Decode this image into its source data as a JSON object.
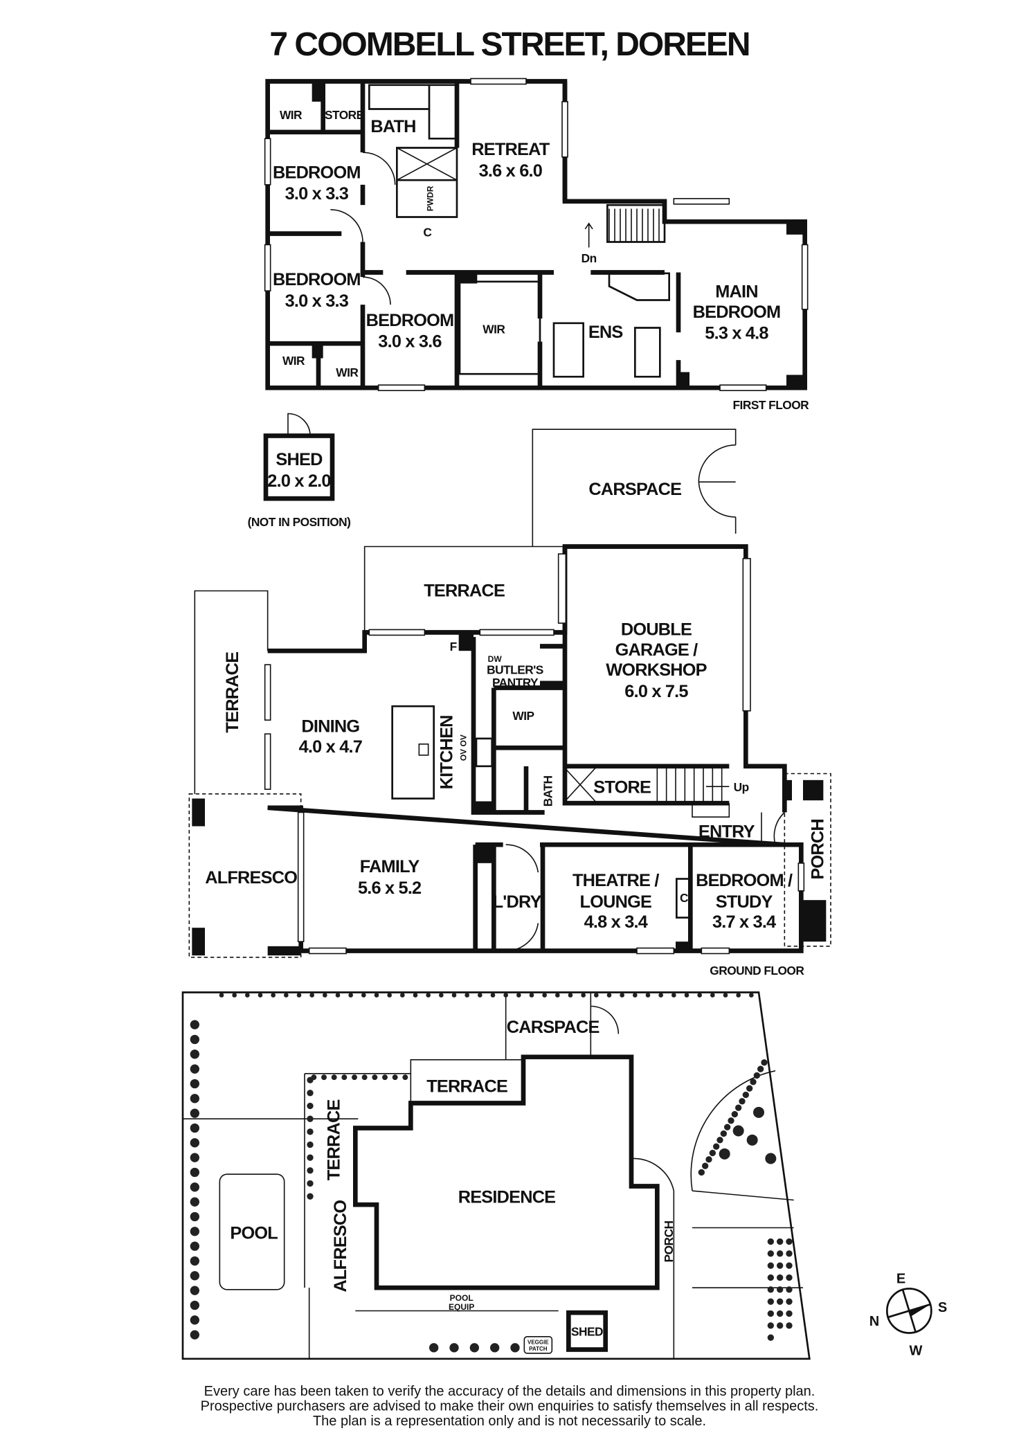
{
  "title": "7 COOMBELL STREET, DOREEN",
  "first_floor": {
    "label": "FIRST FLOOR",
    "wir_1": "WIR",
    "store": "STORE",
    "bath": "BATH",
    "retreat": {
      "name": "RETREAT",
      "size": "3.6 x 6.0"
    },
    "bedroom_1": {
      "name": "BEDROOM",
      "size": "3.0 x 3.3"
    },
    "pwdr": "PWDR",
    "cupboard": "C",
    "stairs_down": "Dn",
    "bedroom_2": {
      "name": "BEDROOM",
      "size": "3.0 x 3.3"
    },
    "bedroom_3": {
      "name": "BEDROOM",
      "size": "3.0 x 3.6"
    },
    "wir_2": "WIR",
    "ens": "ENS",
    "main_bedroom": {
      "name_line1": "MAIN",
      "name_line2": "BEDROOM",
      "size": "5.3 x 4.8"
    },
    "wir_3": "WIR",
    "wir_4": "WIR"
  },
  "shed": {
    "name": "SHED",
    "size": "2.0 x 2.0",
    "note": "(NOT IN POSITION)"
  },
  "ground_floor": {
    "label": "GROUND FLOOR",
    "carspace": "CARSPACE",
    "terrace_1": "TERRACE",
    "terrace_2": "TERRACE",
    "garage": {
      "line1": "DOUBLE",
      "line2": "GARAGE /",
      "line3": "WORKSHOP",
      "size": "6.0 x 7.5"
    },
    "fridge": "F",
    "dw": "DW",
    "butlers": {
      "line1": "BUTLER'S",
      "line2": "PANTRY"
    },
    "wip": "WIP",
    "dining": {
      "name": "DINING",
      "size": "4.0 x 4.7"
    },
    "kitchen": "KITCHEN",
    "ovens": "OV OV",
    "bath": "BATH",
    "store": "STORE",
    "stairs_up": "Up",
    "entry": "ENTRY",
    "porch": "PORCH",
    "alfresco": "ALFRESCO",
    "family": {
      "name": "FAMILY",
      "size": "5.6 x 5.2"
    },
    "laundry": "L'DRY",
    "theatre": {
      "line1": "THEATRE /",
      "line2": "LOUNGE",
      "size": "4.8 x 3.4"
    },
    "cupboard": "C",
    "bedroom": {
      "line1": "BEDROOM /",
      "line2": "STUDY",
      "size": "3.7 x 3.4"
    }
  },
  "site_plan": {
    "carspace": "CARSPACE",
    "terrace_1": "TERRACE",
    "terrace_2": "TERRACE",
    "residence": "RESIDENCE",
    "pool": "POOL",
    "alfresco": "ALFRESCO",
    "porch": "PORCH",
    "pool_equip_1": "POOL",
    "pool_equip_2": "EQUIP",
    "shed": "SHED",
    "veggie_1": "VEGGIE",
    "veggie_2": "PATCH"
  },
  "compass": {
    "n": "N",
    "e": "E",
    "s": "S",
    "w": "W"
  },
  "disclaimer": [
    "Every care has been taken to verify the accuracy of the details and dimensions in this property plan.",
    "Prospective purchasers are advised to make their own enquiries to satisfy themselves in all respects.",
    "The plan is a representation only and is not necessarily to scale."
  ]
}
